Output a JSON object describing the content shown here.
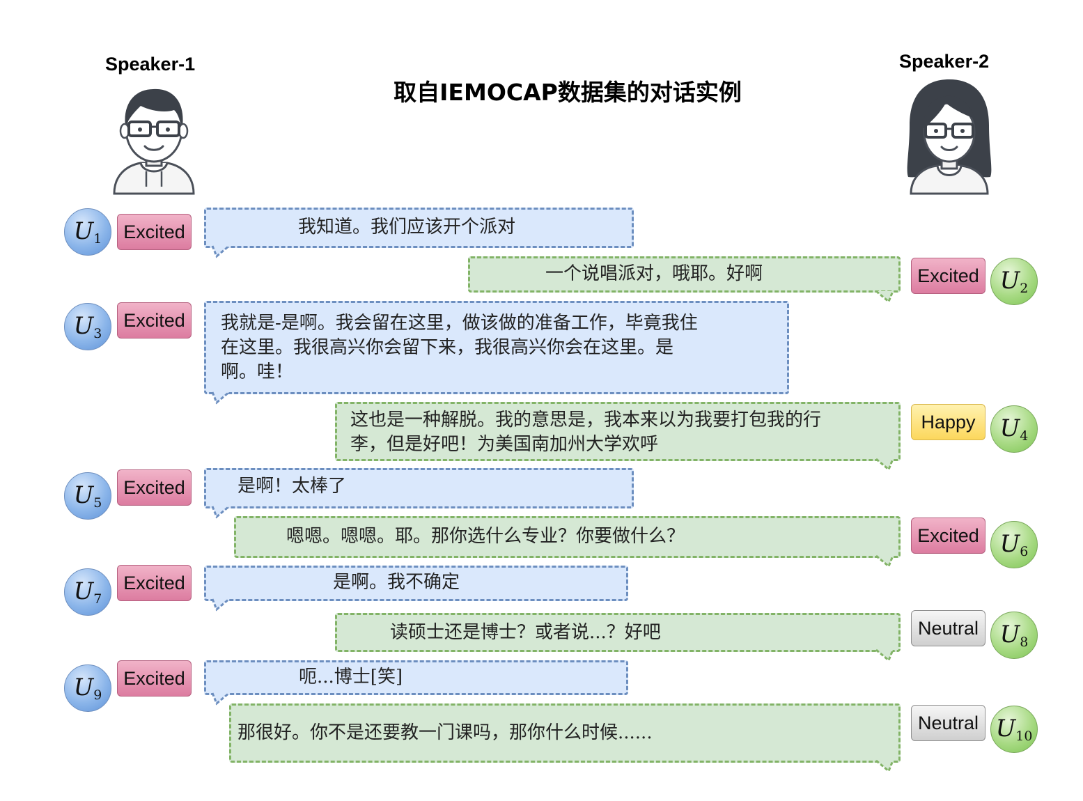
{
  "title": "取自IEMOCAP数据集的对话实例",
  "speakers": [
    {
      "name": "Speaker-1"
    },
    {
      "name": "Speaker-2"
    }
  ],
  "utterances": [
    {
      "symbol": "U",
      "index": "1",
      "emotion": "Excited",
      "text": [
        "我知道。我们应该开个派对"
      ]
    },
    {
      "symbol": "U",
      "index": "2",
      "emotion": "Excited",
      "text": [
        "一个说唱派对，哦耶。好啊"
      ]
    },
    {
      "symbol": "U",
      "index": "3",
      "emotion": "Excited",
      "text": [
        "我就是-是啊。我会留在这里，做该做的准备工作，毕竟我住",
        "在这里。我很高兴你会留下来，我很高兴你会在这里。是",
        "啊。哇！"
      ]
    },
    {
      "symbol": "U",
      "index": "4",
      "emotion": "Happy",
      "text": [
        "这也是一种解脱。我的意思是，我本来以为我要打包我的行",
        "李，但是好吧！为美国南加州大学欢呼"
      ]
    },
    {
      "symbol": "U",
      "index": "5",
      "emotion": "Excited",
      "text": [
        "是啊！太棒了"
      ]
    },
    {
      "symbol": "U",
      "index": "6",
      "emotion": "Excited",
      "text": [
        "嗯嗯。嗯嗯。耶。那你选什么专业？你要做什么？"
      ]
    },
    {
      "symbol": "U",
      "index": "7",
      "emotion": "Excited",
      "text": [
        "是啊。我不确定"
      ]
    },
    {
      "symbol": "U",
      "index": "8",
      "emotion": "Neutral",
      "text": [
        "读硕士还是博士？或者说...？好吧"
      ]
    },
    {
      "symbol": "U",
      "index": "9",
      "emotion": "Excited",
      "text": [
        "呃...博士[笑]"
      ]
    },
    {
      "symbol": "U",
      "index": "10",
      "emotion": "Neutral",
      "text": [
        "那很好。你不是还要教一门课吗，那你什么时候......"
      ]
    }
  ],
  "colors": {
    "speaker1_fill": "#dae8fc",
    "speaker1_border": "#6c8ebf",
    "speaker2_fill": "#d5e8d4",
    "speaker2_border": "#82b366",
    "excited": "#e08aab",
    "happy": "#fde17a",
    "neutral": "#d9d9d9"
  }
}
